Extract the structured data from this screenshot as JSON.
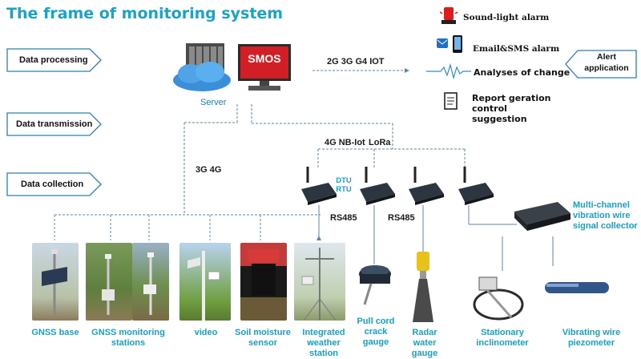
{
  "title": "The frame of monitoring system",
  "layers": {
    "processing": "Data processing",
    "transmission": "Data transmission",
    "collection": "Data collection",
    "alert": "Alert application"
  },
  "server": {
    "label": "Server",
    "monitor_text": "SMOS"
  },
  "network": {
    "upper": "2G 3G G4 IOT",
    "left": "3G 4G",
    "right": "4G NB-Iot",
    "lora": "LoRa",
    "dtu": "DTU RTU",
    "rs485_a": "RS485",
    "rs485_b": "RS485"
  },
  "alerts": [
    {
      "label": "Sound-light alarm",
      "icon": "siren-icon"
    },
    {
      "label": "Email&SMS alarm",
      "icon": "email-phone-icon"
    },
    {
      "label": "Analyses of change",
      "icon": "waveform-icon"
    },
    {
      "label": "Report geration control suggestion",
      "icon": "report-icon"
    }
  ],
  "collector": {
    "label": "Multi-channel vibration wire signal collector"
  },
  "devices": [
    {
      "label": "GNSS base"
    },
    {
      "label": "GNSS monitoring stations"
    },
    {
      "label": "video"
    },
    {
      "label": "Soil moisture sensor"
    },
    {
      "label": "Integrated weather station"
    },
    {
      "label": "Pull cord crack gauge"
    },
    {
      "label": "Radar water gauge"
    },
    {
      "label": "Stationary inclinometer"
    },
    {
      "label": "Vibrating wire piezometer"
    }
  ],
  "colors": {
    "accent": "#1aa0c4",
    "title": "#1aa3c7",
    "line": "#4a7fa6"
  }
}
